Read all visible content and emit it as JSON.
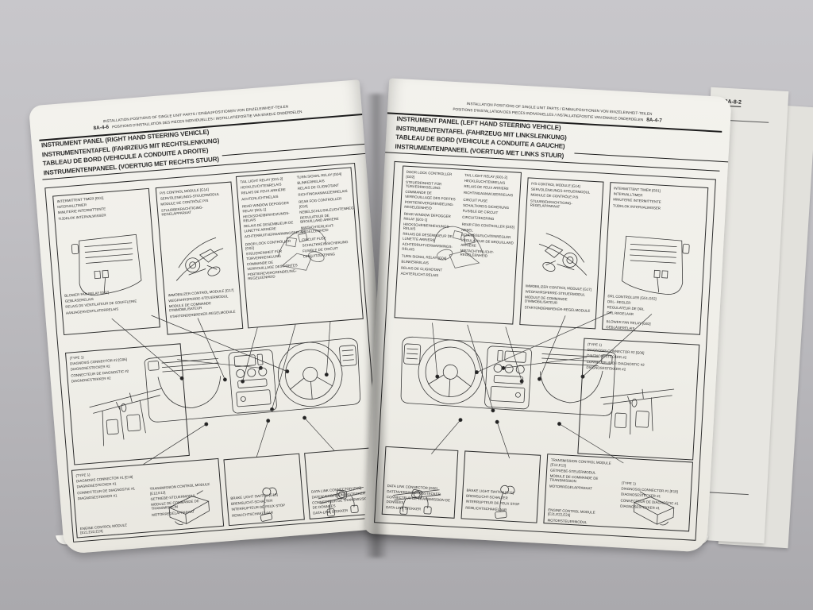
{
  "scene": {
    "surface_color_top": "#c8c7cb",
    "surface_color_bottom": "#aaa9ad",
    "page_color": "#efeee8",
    "ink_color": "#2b2b2b",
    "behind_page_label": "8A-8-2"
  },
  "header": {
    "line1": "INSTALLATION POSITIONS OF SINGLE UNIT PARTS / EINBAUPOSITIONEN VON EINZELEINHEIT-TEILEN",
    "line2": "POSITIONS D'INSTALLATION DES PIECES INDIVIDUELLES / INSTALLATIEPOSITIE VAN ENKELE ONDERDELEN"
  },
  "left_page": {
    "page_number": "8A-4-6",
    "titles": [
      "INSTRUMENT PANEL (RIGHT HAND STEERING VEHICLE)",
      "INSTRUMENTENTAFEL (FAHRZEUG MIT RECHTSLENKUNG)",
      "TABLEAU DE BORD (VEHICULE A CONDUITE A DROITE)",
      "INSTRUMENTENPANEEL (VOERTUIG MET RECHTS STUUR)"
    ],
    "box_intermittent": {
      "groups": [
        [
          "INTERMITTENT TIMER [G01]",
          "INTERVALLTIMER",
          "MINUTERIE INTERMITTENTE",
          "TIJDKLOK INTERVALWISSER"
        ],
        [
          "BLOWER FAN RELAY [G62]",
          "GEBLÄSERELAIS",
          "RELAIS DE VENTILATEUR DE SOUFFLERIE",
          "AANJAGERVENTILATORRELAIS"
        ]
      ]
    },
    "box_ps": {
      "groups": [
        [
          "P/S CONTROL MODULE [G14]",
          "SERVOLENKUNGS-STEUERMODUL",
          "MODULE DE CONTRÔLE P/S",
          "STUURBEKRACHTIGING-REGELAPPARAAT"
        ],
        [
          "IMMOBILIZER CONTROL MODULE [G17]",
          "WEGFAHRSPERRE-STEUERMODUL",
          "MODULE DE COMMANDE D'IMMOBILISATEUR",
          "STARTONDERBREKER-REGELMODULE"
        ]
      ]
    },
    "box_relays": {
      "groups": [
        [
          "TAIL LIGHT RELAY [G01-2]",
          "HECKLEUCHTENRELAIS",
          "RELAIS DE FEUX ARRIERE",
          "ACHTERLICHTRELAIS"
        ],
        [
          "REAR WINDOW DEFOGGER RELAY [G01-1]",
          "HECKSCHEIBENHEIZUNGS-RELAIS",
          "RELAIS DE DESEMBUEUR DE LUNETTE ARRIERE",
          "ACHTERRUITVERWARMINGSRELAIS"
        ],
        [
          "DOOR LOCK CONTROLLER [G02]",
          "STEUEREINHEIT FÜR TÜRVERRIEGELUNG",
          "COMMANDE DE VERROUILLAGE DES PORTES",
          "PORTIEREVERGRENDELING-REGELEENHEID"
        ],
        [
          "TURN SIGNAL RELAY [G04]",
          "BLINKERRELAIS",
          "RELAIS DE CLIGNOTANT",
          "RICHTINGAANWIJZERRELAIS"
        ],
        [
          "REAR FOG CONTROLLER [G53]",
          "NEBELSCHLUSSLEUCHTENREGLER",
          "REGULATEUR DE BROUILLARD ARRIERE",
          "MISTACHTERLICHT-REGELEENHEID"
        ],
        [
          "CIRCUIT FUSE",
          "SCHALTKREIS-SICHERUNG",
          "FUSIBLE DE CIRCUIT",
          "CIRCUITZEKERING"
        ]
      ]
    },
    "box_diag2": {
      "groups": [
        [
          "(TYPE 1)",
          "DIAGNOSIS CONNECTOR #2 [G06]",
          "DIAGNOSESTECKER #2",
          "CONNECTEUR DE DIAGNOSTIC #2",
          "DIAGNOSESTEKKER #2"
        ]
      ]
    },
    "box_ecm": {
      "groups": [
        [
          "(TYPE 1)",
          "DIAGNOSIS CONNECTOR #1 [E19]",
          "DIAGNOSESTECKER #1",
          "CONNECTEUR DE DIAGNOSTIC #1",
          "DIAGNOSESTEKKER #1"
        ],
        [
          "TRANSMISSION CONTROL MODULE [E12,E13]",
          "GETRIEBE-STEUERMODUL",
          "MODULE DE COMMANDE DE TRANSMISSION",
          "MOTORREGELAPPARAAT"
        ],
        [
          "ENGINE CONTROL MODULE [E21,E22,E23]",
          "MOTORSTEUERMODUL",
          "MODULE DE COMMANDE DU MOTEUR",
          "MOTORREGELAPPARAAT"
        ]
      ]
    },
    "box_brake": {
      "groups": [
        [
          "BRAKE LIGHT SWITCH [G15]",
          "BREMSLICHT-SCHALTER",
          "INTERRUPTEUR DE FEUX STOP",
          "REMLICHTSCHAKELAAR"
        ]
      ]
    },
    "box_dlc": {
      "groups": [
        [
          "DATA LINK CONNECTOR [G08]",
          "DATENVERBINDUNGSSTECKER",
          "CONNECTEUR DE TRANSMISSION DE DONNEES",
          "DATA-LINK STEKKER"
        ]
      ]
    }
  },
  "right_page": {
    "page_number": "8A-4-7",
    "titles": [
      "INSTRUMENT PANEL (LEFT HAND STEERING VEHICLE)",
      "INSTRUMENTENTAFEL (FAHRZEUG MIT LINKSLENKUNG)",
      "TABLEAU DE BORD (VEHICULE A CONDUITE A GAUCHE)",
      "INSTRUMENTENPANEEL (VOERTUIG MET LINKS STUUR)"
    ],
    "box_relays": {
      "groups": [
        [
          "DOOR LOCK CONTROLLER [G02]",
          "STEUEREINHEIT FÜR TÜRVERRIEGELUNG",
          "COMMANDE DE VERROUILLAGE DES PORTES",
          "PORTIEREVERGRENDELING-REGELEENHEID"
        ],
        [
          "REAR WINDOW DEFOGGER RELAY [G01-1]",
          "HECKSCHEIBENHEIZUNGS-RELAIS",
          "RELAIS DE DESEMBUEUR DE LUNETTE ARRIERE",
          "ACHTERRUITVERWARMINGS-RELAIS"
        ],
        [
          "TURN SIGNAL RELAY [G04]",
          "BLINKERRELAIS",
          "RELAIS DE CLIGNOTANT",
          "ACHTERLICHT-RELAIS"
        ],
        [
          "TAIL LIGHT RELAY [G01-2]",
          "HECKLEUCHTENRELAIS",
          "RELAIS DE FEUX ARRIERE",
          "RICHTINGAANWIJZERRELAIS"
        ],
        [
          "CIRCUIT FUSE",
          "SCHALTKREIS-SICHERUNG",
          "FUSIBLE DE CIRCUIT",
          "CIRCUITZEKERING"
        ],
        [
          "REAR FOG CONTROLLER [G53]",
          "NEBEL SCHLUSSLEUCHTENREGLER",
          "RÉGULATEUR DE BROUILLARD ARRIÈRE",
          "MISTACHTERLICHT-REGELEENHEID"
        ]
      ]
    },
    "box_ps": {
      "groups": [
        [
          "P/S CONTROL MODULE [G14]",
          "SERVOLENKUNGS-STEUERMODUL",
          "MODULE DE CONTRÔLE P/S",
          "STUURBEKRACHTIGING-REGELAPPARAAT"
        ],
        [
          "IMMOBILIZER CONTROL MODULE [G17]",
          "WEGFAHRSPERRE-STEUERMODUL",
          "MODULE DE COMMANDE D'IMMOBILISATEUR",
          "STARTONDERBREKER-REGELMODULE"
        ]
      ]
    },
    "box_intermittent": {
      "groups": [
        [
          "INTERMITTENT TIMER [G01]",
          "INTERVALLTIMER",
          "MINUTERIE INTERMITTENTE",
          "TIJDKLOK INTERVALWISSER"
        ],
        [
          "DRL CONTROLLER [G51,G52]",
          "DRL- REGLER",
          "REGULATEUR DE DRL",
          "DRL REGELAAR"
        ],
        [
          "BLOWER FAN RELAY [G62]",
          "GEBLÄSERELAIS",
          "RELAIS DE VENTILATEUR DE SOUFFLERIE",
          "AANJAGERVENTILATORRELAIS"
        ]
      ]
    },
    "box_diag2": {
      "groups": [
        [
          "(TYPE 1)",
          "DIAGNOSIS CONNECTOR #2 [G06]",
          "DIAGNOSESTECKER #2",
          "CONNECTEUR DE DIAGNOSTIC #2",
          "DIAGNOSESTEKKER #2"
        ]
      ]
    },
    "box_dlc": {
      "groups": [
        [
          "DATA LINK CONNECTOR [G08]",
          "DATENVERBINDUNGSSTECKER",
          "CONNECTEUR DE TRANSMISSION DE DONNEES",
          "DATA-LINK STEKKER"
        ]
      ]
    },
    "box_brake": {
      "groups": [
        [
          "BRAKE LIGHT SWITCH [G15]",
          "BREMSLICHT-SCHALTER",
          "INTERRUPTEUR DE FEUX STOP",
          "REMLICHTSCHAKELAAR"
        ]
      ]
    },
    "box_ecm": {
      "groups": [
        [
          "TRANSMISSION CONTROL MODULE [E12,E13]",
          "GETRIEBE-STEUERMODUL",
          "MODULE DE COMMANDE DE TRANSMISSION",
          "MOTORREGELAPPARAAT"
        ],
        [
          "(TYPE 1)",
          "DIAGNOSIS CONNECTOR #1 [E19]",
          "DIAGNOSESTECKER #1",
          "CONNECTEUR DE DIAGNOSTIC #1",
          "DIAGNOSESTEKKER #1"
        ],
        [
          "ENGINE CONTROL MODULE [E21,E22,E23]",
          "MOTORSTEUERMODUL",
          "MODULE DE COMMANDE DU MOTEUR",
          "MOTORREGELAPPARAAT"
        ]
      ]
    }
  }
}
